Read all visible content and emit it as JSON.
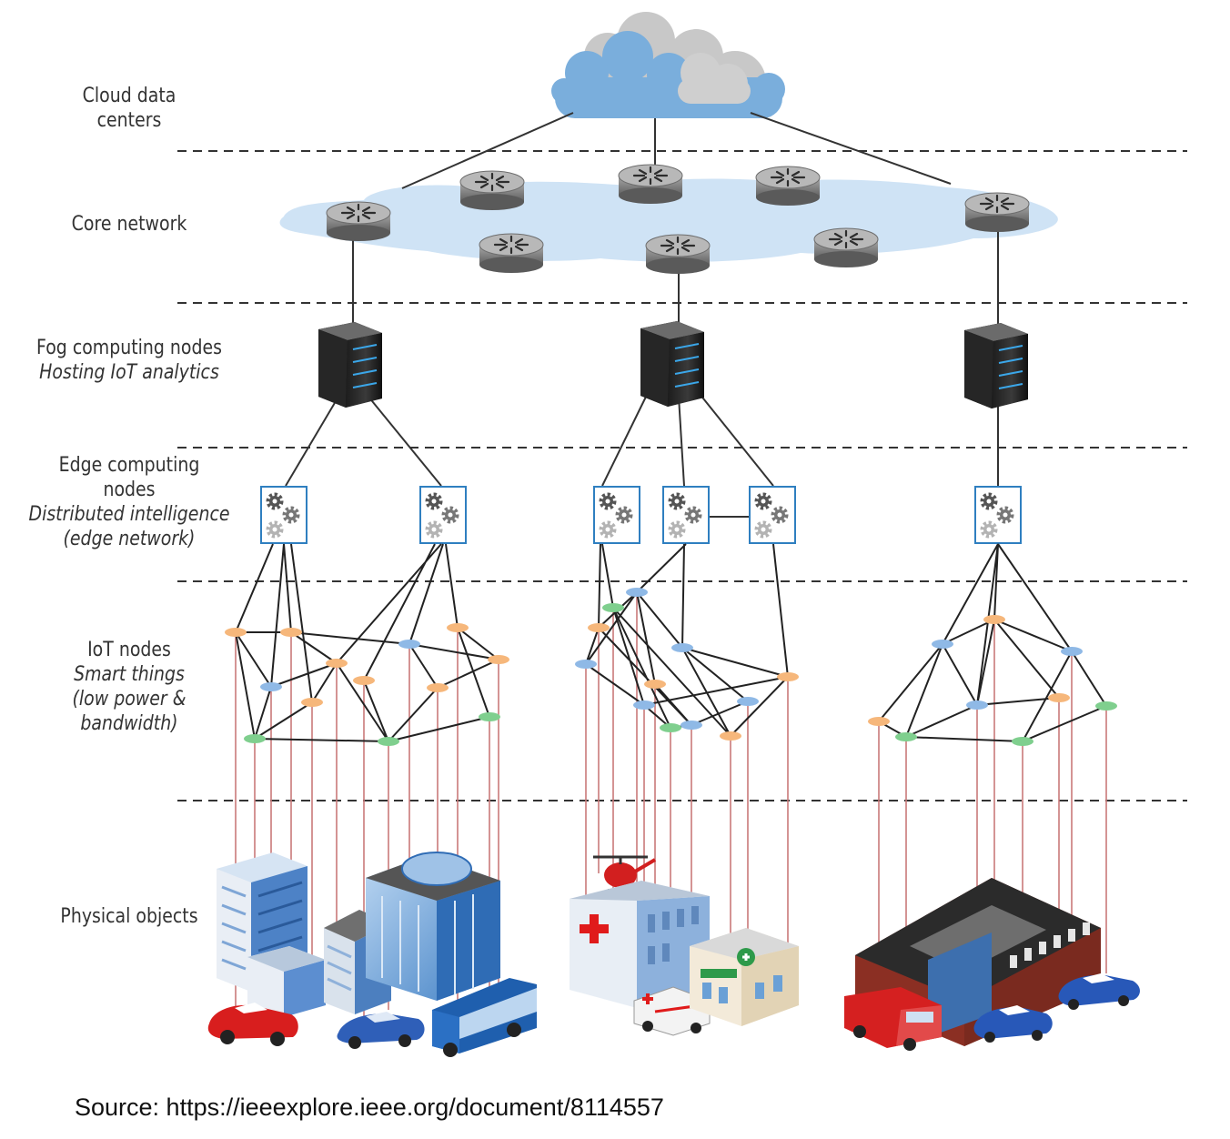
{
  "tiers": [
    {
      "id": "cloud",
      "lines": [
        "Cloud data",
        "centers"
      ],
      "italic_lines": []
    },
    {
      "id": "core",
      "lines": [
        "Core network"
      ],
      "italic_lines": []
    },
    {
      "id": "fog",
      "lines": [
        "Fog computing nodes"
      ],
      "italic_lines": [
        "Hosting IoT analytics"
      ]
    },
    {
      "id": "edge",
      "lines": [
        "Edge computing",
        "nodes"
      ],
      "italic_lines": [
        "Distributed intelligence",
        "(edge network)"
      ]
    },
    {
      "id": "iot",
      "lines": [
        "IoT nodes"
      ],
      "italic_lines": [
        "Smart things",
        "(low power &",
        "bandwidth)"
      ]
    },
    {
      "id": "physical",
      "lines": [
        "Physical objects"
      ],
      "italic_lines": []
    }
  ],
  "source": "Source: https://ieeexplore.ieee.org/document/8114557",
  "colors": {
    "cloud_blue": "#7aaedc",
    "cloud_grey": "#c9c9c9",
    "core_cloud": "#cfe3f5",
    "router": "#8a8a8a",
    "edge_border": "#2f7fc0",
    "iot_orange": "#f6b77b",
    "iot_blue": "#8fb9e6",
    "iot_green": "#7fcf8e",
    "object_link": "#c97a7a"
  },
  "icons": [
    "cloud-icon",
    "router-icon",
    "server-icon",
    "gears-icon",
    "iot-node-icon",
    "office-building-icon",
    "hospital-icon",
    "police-station-icon",
    "car-icon",
    "bus-icon",
    "ambulance-icon",
    "fire-truck-icon",
    "police-car-icon",
    "helicopter-icon",
    "pharmacy-icon"
  ]
}
